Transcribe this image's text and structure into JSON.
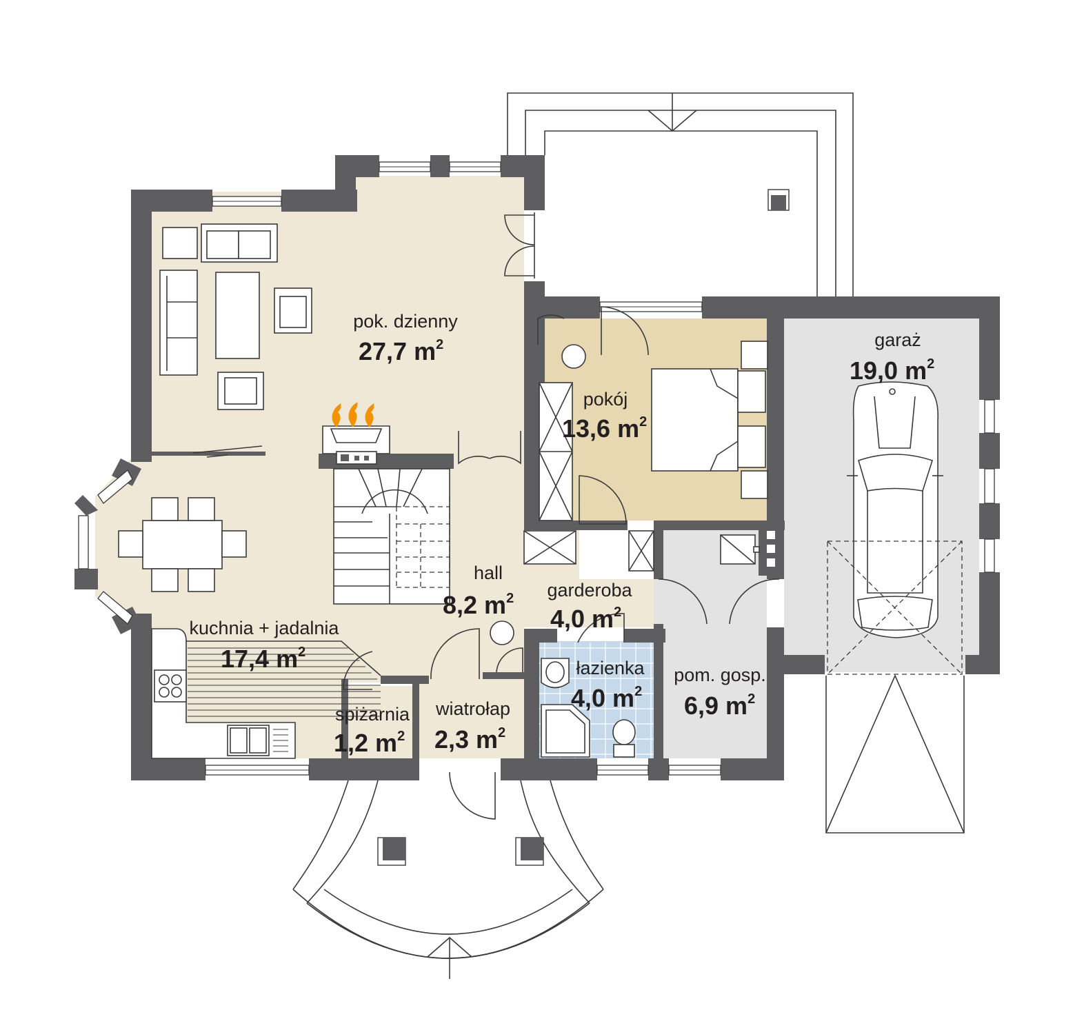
{
  "rooms": [
    {
      "id": "pok-dzienny",
      "name": "pok. dzienny",
      "area": "27,7 m",
      "sup": "2"
    },
    {
      "id": "pokoj",
      "name": "pokój",
      "area": "13,6 m",
      "sup": "2"
    },
    {
      "id": "garaz",
      "name": "garaż",
      "area": "19,0 m",
      "sup": "2"
    },
    {
      "id": "hall",
      "name": "hall",
      "area": "8,2 m",
      "sup": "2"
    },
    {
      "id": "garderoba",
      "name": "garderoba",
      "area": "4,0 m",
      "sup": "2"
    },
    {
      "id": "kuchnia",
      "name": "kuchnia + jadalnia",
      "area": "17,4 m",
      "sup": "2"
    },
    {
      "id": "lazienka",
      "name": "łazienka",
      "area": "4,0 m",
      "sup": "2"
    },
    {
      "id": "pom-gosp",
      "name": "pom. gosp.",
      "area": "6,9 m",
      "sup": "2"
    },
    {
      "id": "spizarnia",
      "name": "spiżarnia",
      "area": "1,2 m",
      "sup": "2"
    },
    {
      "id": "wiatrolap",
      "name": "wiatrołap",
      "area": "2,3 m",
      "sup": "2"
    }
  ],
  "colors": {
    "wall": "#5e5e60",
    "living": "#f0e8d6",
    "bedroom": "#e7d8b2",
    "utility": "#e3e3e4",
    "bathroom": "#c6d9ea",
    "flame": "#f39200"
  }
}
